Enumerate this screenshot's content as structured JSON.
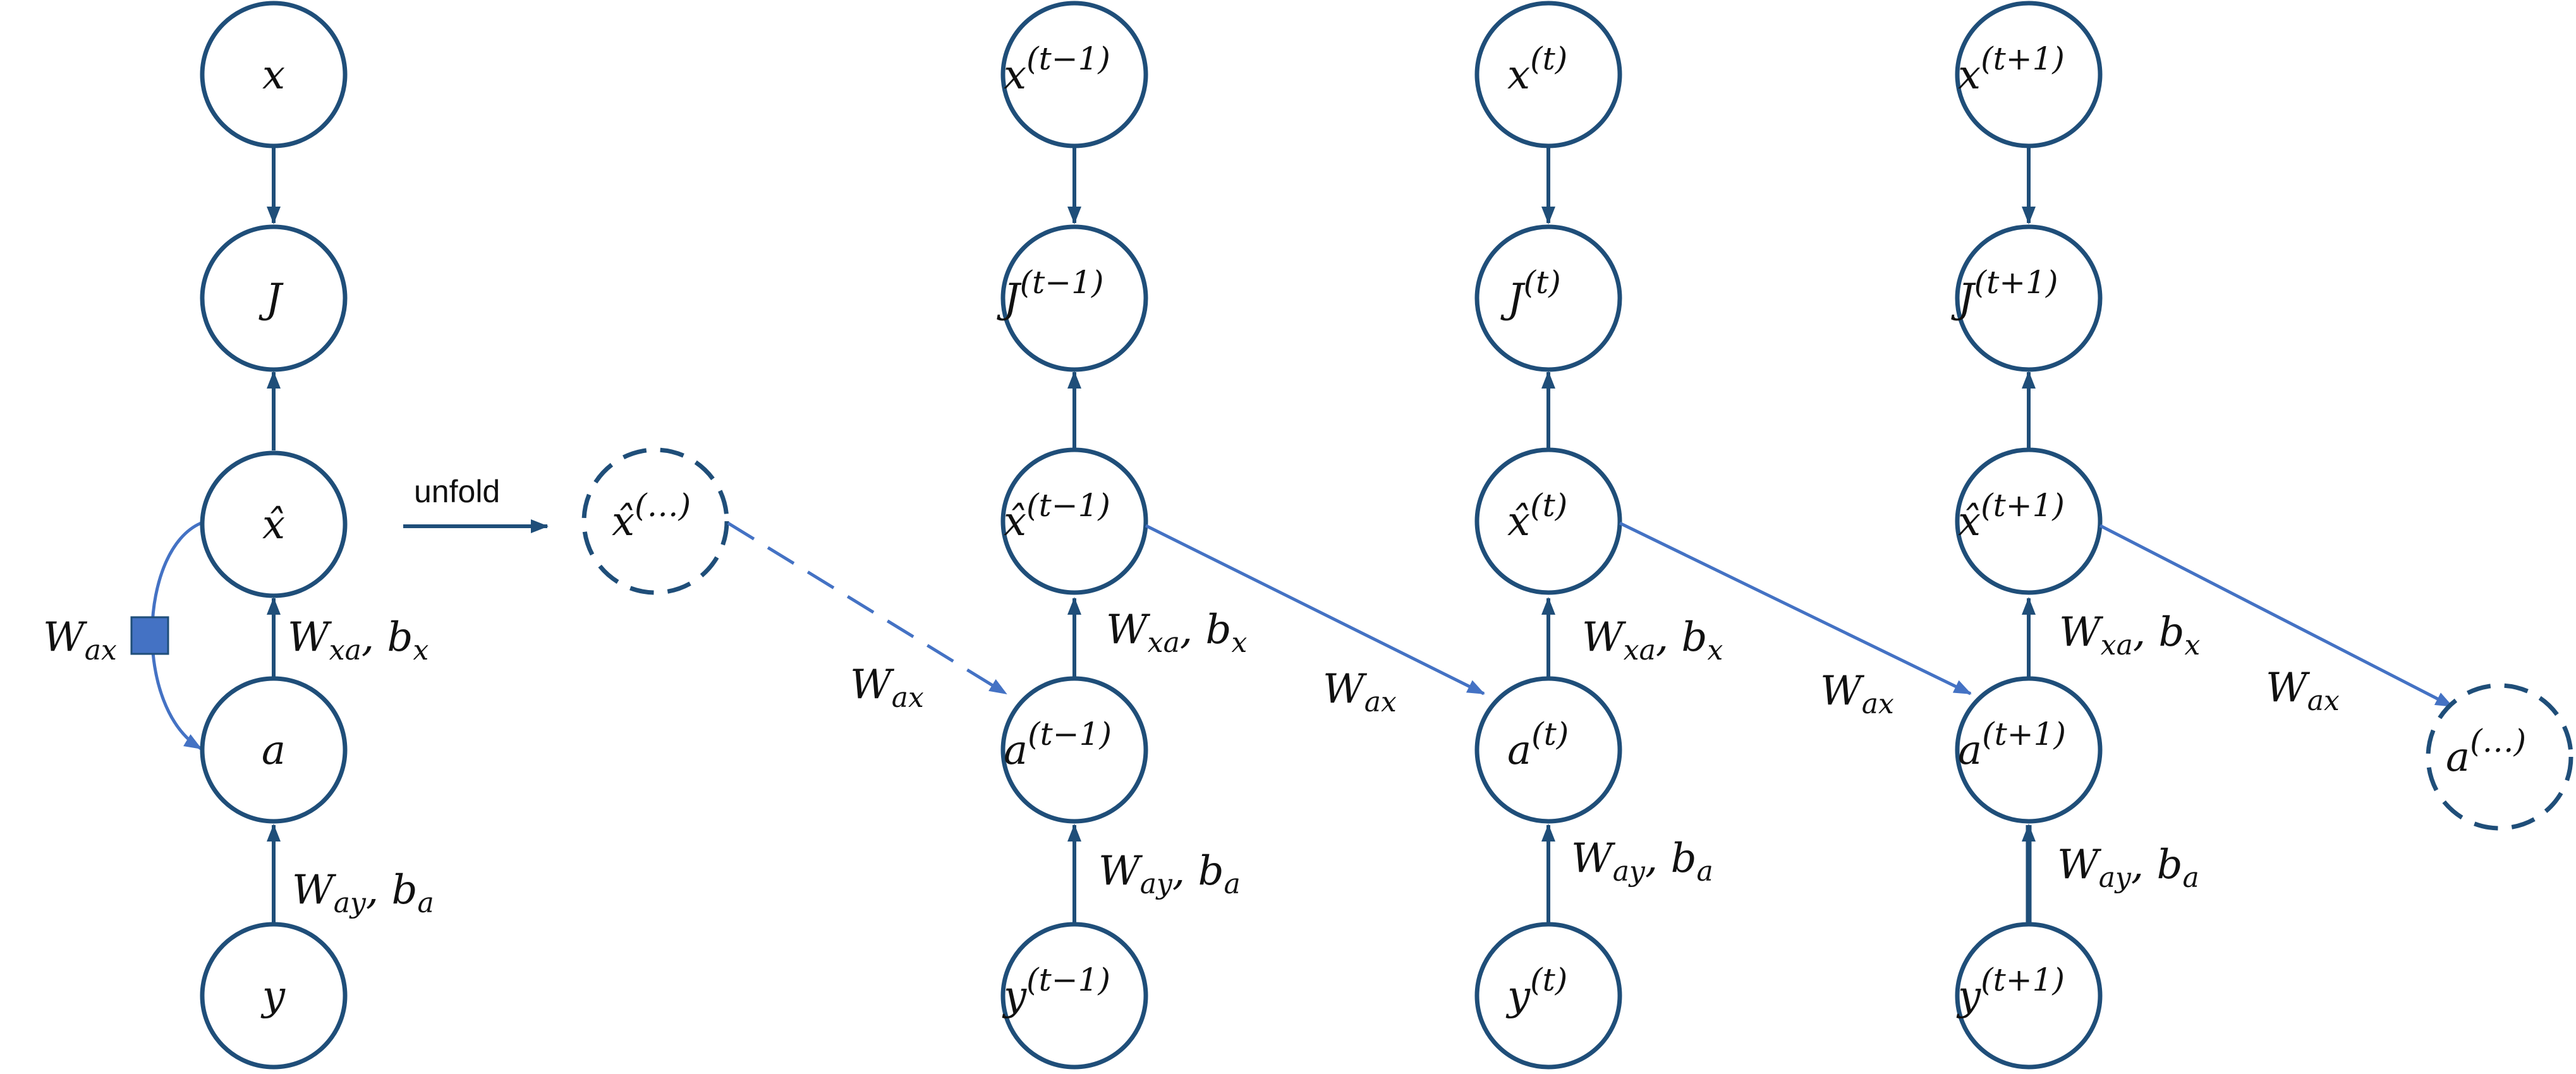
{
  "colors": {
    "node_stroke": "#1f4e79",
    "recurrent_edge": "#4472c4",
    "weight_marker": "#4472c4"
  },
  "folded": {
    "nodes": {
      "x": {
        "base": "x",
        "sup": ""
      },
      "J": {
        "base": "J",
        "sup": ""
      },
      "xhat": {
        "base": "x̂",
        "sup": ""
      },
      "a": {
        "base": "a",
        "sup": ""
      },
      "y": {
        "base": "y",
        "sup": ""
      }
    },
    "edge_labels": {
      "recurrent": {
        "base": "W",
        "sub": "ax"
      },
      "a_to_xhat": {
        "w": "W",
        "w_sub": "xa",
        "b": "b",
        "b_sub": "x"
      },
      "y_to_a": {
        "w": "W",
        "w_sub": "ay",
        "b": "b",
        "b_sub": "a"
      }
    }
  },
  "unfold_label": "unfold",
  "ellipsis_nodes": {
    "xhat": {
      "base": "x̂",
      "sup": "(…)"
    },
    "a": {
      "base": "a",
      "sup": "(…)"
    }
  },
  "steps": [
    {
      "id": "t-1",
      "x": {
        "base": "x",
        "sup": "(t−1)"
      },
      "J": {
        "base": "J",
        "sup": "(t−1)"
      },
      "xhat": {
        "base": "x̂",
        "sup": "(t−1)"
      },
      "a": {
        "base": "a",
        "sup": "(t−1)"
      },
      "y": {
        "base": "y",
        "sup": "(t−1)"
      },
      "a_to_xhat": {
        "w": "W",
        "w_sub": "xa",
        "b": "b",
        "b_sub": "x"
      },
      "y_to_a": {
        "w": "W",
        "w_sub": "ay",
        "b": "b",
        "b_sub": "a"
      }
    },
    {
      "id": "t",
      "x": {
        "base": "x",
        "sup": "(t)"
      },
      "J": {
        "base": "J",
        "sup": "(t)"
      },
      "xhat": {
        "base": "x̂",
        "sup": "(t)"
      },
      "a": {
        "base": "a",
        "sup": "(t)"
      },
      "y": {
        "base": "y",
        "sup": "(t)"
      },
      "a_to_xhat": {
        "w": "W",
        "w_sub": "xa",
        "b": "b",
        "b_sub": "x"
      },
      "y_to_a": {
        "w": "W",
        "w_sub": "ay",
        "b": "b",
        "b_sub": "a"
      }
    },
    {
      "id": "t+1",
      "x": {
        "base": "x",
        "sup": "(t+1)"
      },
      "J": {
        "base": "J",
        "sup": "(t+1)"
      },
      "xhat": {
        "base": "x̂",
        "sup": "(t+1)"
      },
      "a": {
        "base": "a",
        "sup": "(t+1)"
      },
      "y": {
        "base": "y",
        "sup": "(t+1)"
      },
      "a_to_xhat": {
        "w": "W",
        "w_sub": "xa",
        "b": "b",
        "b_sub": "x"
      },
      "y_to_a": {
        "w": "W",
        "w_sub": "ay",
        "b": "b",
        "b_sub": "a"
      }
    }
  ],
  "recurrent_labels": [
    {
      "base": "W",
      "sub": "ax"
    },
    {
      "base": "W",
      "sub": "ax"
    },
    {
      "base": "W",
      "sub": "ax"
    },
    {
      "base": "W",
      "sub": "ax"
    }
  ]
}
